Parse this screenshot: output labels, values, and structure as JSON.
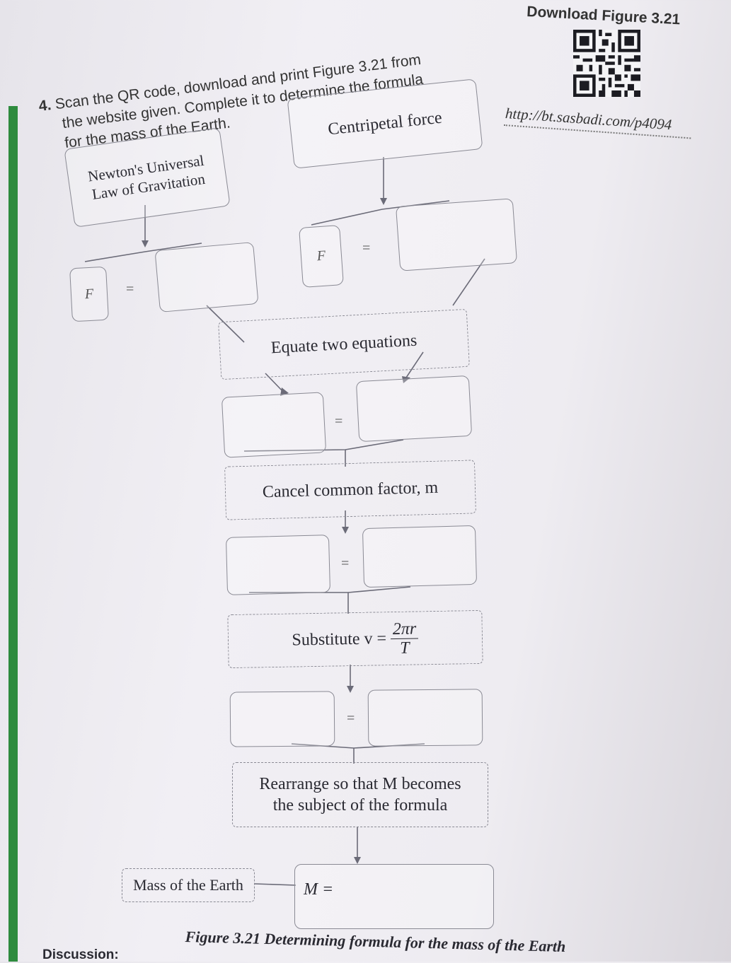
{
  "question": {
    "number": "4.",
    "line1": "Scan the QR code, download and print Figure 3.21 from",
    "line2": "the website given. Complete it to determine the formula",
    "line3": "for the mass of the Earth."
  },
  "download": {
    "title": "Download Figure 3.21",
    "url": "http://bt.sasbadi.com/p4094",
    "icon": "qr-code-icon"
  },
  "diagram": {
    "newton_law": "Newton's Universal Law of Gravitation",
    "centripetal": "Centripetal force",
    "F_symbol": "F",
    "equals": "=",
    "equate": "Equate two equations",
    "cancel": "Cancel common factor, m",
    "substitute_prefix": "Substitute v =",
    "fraction_num": "2πr",
    "fraction_den": "T",
    "rearrange": "Rearrange so that M becomes the subject of the formula",
    "mass_label": "Mass of the Earth",
    "M_eq": "M ="
  },
  "caption": "Figure 3.21 Determining formula for the mass of the Earth",
  "footer": "Discussion:"
}
